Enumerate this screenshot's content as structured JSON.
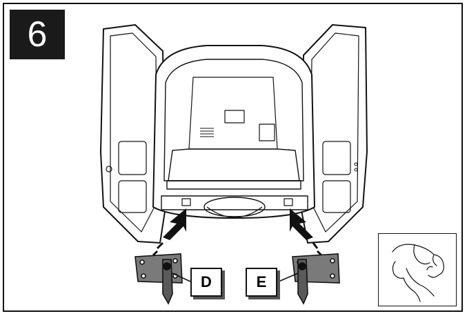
{
  "step": {
    "number": "6"
  },
  "labels": {
    "left": "D",
    "right": "E"
  },
  "icons": {
    "inset": "hand-pinch-icon"
  },
  "colors": {
    "ink": "#111111",
    "fill": "#ffffff",
    "bracket": "#7a7a7a",
    "step_bg": "#1a1a1a"
  }
}
